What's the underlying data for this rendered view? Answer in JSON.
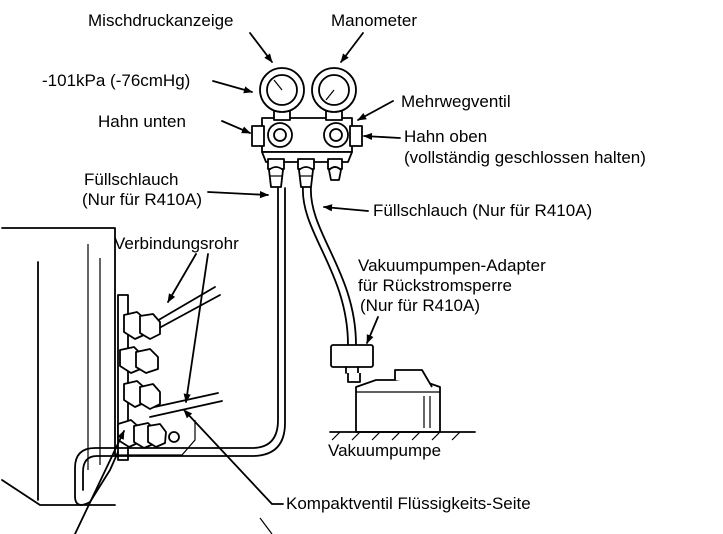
{
  "labels": {
    "mischdruckanzeige": "Mischdruckanzeige",
    "manometer": "Manometer",
    "pressure_reading": "-101kPa (-76cmHg)",
    "mehrwegventil": "Mehrwegventil",
    "hahn_unten": "Hahn unten",
    "hahn_oben": "Hahn oben",
    "hahn_oben_note": "(vollständig geschlossen halten)",
    "fuellschlauch_left_1": "Füllschlauch",
    "fuellschlauch_left_2": "(Nur für R410A)",
    "fuellschlauch_right": "Füllschlauch (Nur für R410A)",
    "verbindungsrohr": "Verbindungsrohr",
    "adapter_1": "Vakuumpumpen-Adapter",
    "adapter_2": "für Rückstromsperre",
    "adapter_3": "(Nur für R410A)",
    "vakuumpumpe": "Vakuumpumpe",
    "kompaktventil": "Kompaktventil Flüssigkeits-Seite"
  }
}
